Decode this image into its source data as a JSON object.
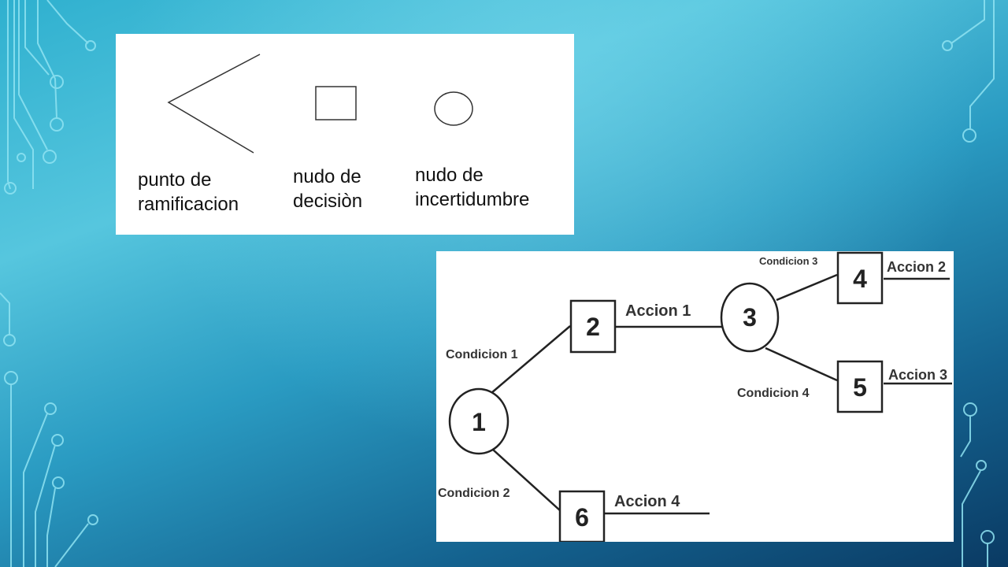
{
  "legend": {
    "branch_point_label": "punto de\nramificacion",
    "decision_node_label": "nudo de\ndecisiòn",
    "uncertainty_node_label": "nudo de\nincertidumbre"
  },
  "tree": {
    "nodes": {
      "n1": "1",
      "n2": "2",
      "n3": "3",
      "n4": "4",
      "n5": "5",
      "n6": "6"
    },
    "edges": {
      "condicion1": "Condicion 1",
      "condicion2": "Condicion 2",
      "condicion3": "Condicion 3",
      "condicion4": "Condicion 4",
      "accion1": "Accion 1",
      "accion2": "Accion 2",
      "accion3": "Accion 3",
      "accion4": "Accion 4"
    }
  },
  "colors": {
    "background_top": "#56c6de",
    "background_bottom": "#0a3a63",
    "circuit_lines": "#8fe3f2"
  }
}
